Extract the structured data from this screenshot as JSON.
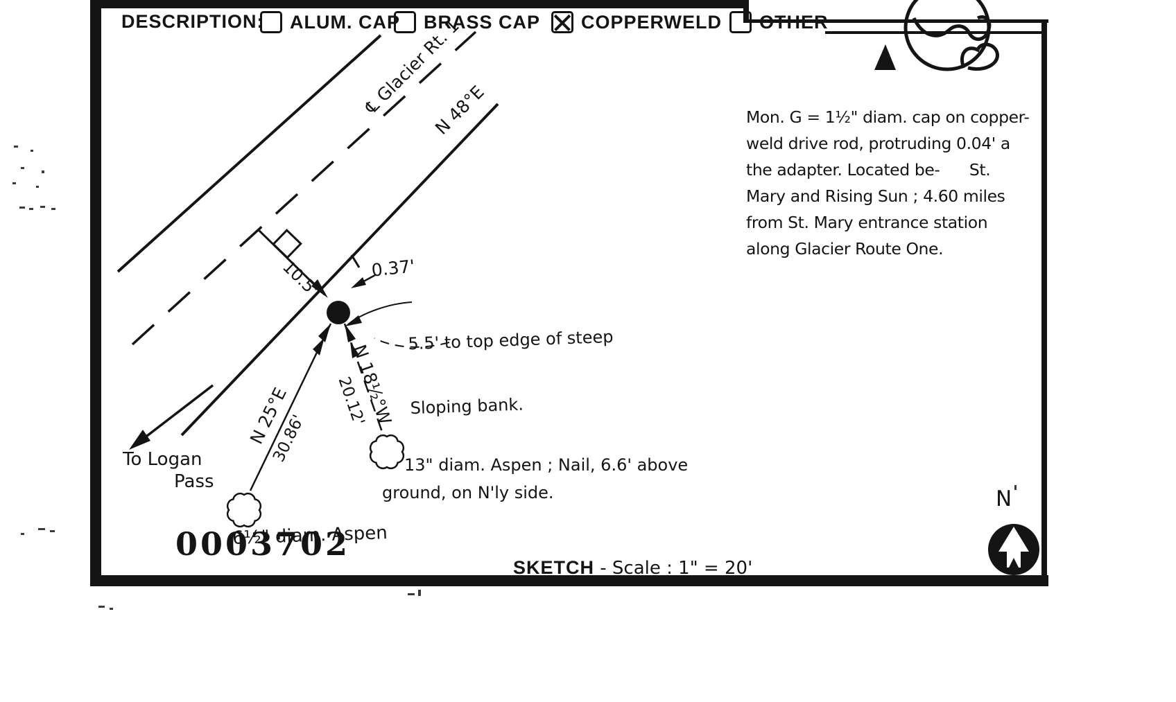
{
  "form": {
    "description_label": "DESCRIPTION:",
    "checkboxes": [
      {
        "label": "ALUM. CAP",
        "checked": false
      },
      {
        "label": "BRASS CAP",
        "checked": false
      },
      {
        "label": "COPPERWELD",
        "checked": true
      },
      {
        "label": "OTHER",
        "checked": false
      }
    ]
  },
  "sketch": {
    "road_label_line1": "℄ Glacier Rt. 1,",
    "road_label_line2": "N 48°E",
    "perp_distance": "10.5'",
    "edge_offset": "0.37'",
    "bank_note_line1": "5.5' to top edge of steep",
    "bank_note_line2": "Sloping bank.",
    "bearing_tree1": {
      "bearing": "N 25°E",
      "distance": "30.86'",
      "label": "6½\" diam. Aspen"
    },
    "bearing_tree2": {
      "bearing": "N 18½°W",
      "distance": "20.12'",
      "label_line1": "13\" diam. Aspen ; Nail, 6.6' above",
      "label_line2": "ground, on N'ly side."
    },
    "direction_note_line1": "To Logan",
    "direction_note_line2": "Pass"
  },
  "notes": {
    "lines": [
      "Mon. G = 1½\" diam. cap on copper-",
      "weld drive rod, protruding 0.04' a",
      "the adapter. Located be-      St.",
      "Mary and Rising Sun ; 4.60 miles",
      "from St. Mary entrance station",
      "along Glacier Route One."
    ]
  },
  "footer": {
    "doc_number": "0003702",
    "sketch_label": "SKETCH",
    "scale_label": "- Scale : 1\" = 20'",
    "north_label": "N"
  },
  "colors": {
    "ink": "#141414",
    "paper": "#ffffff"
  }
}
